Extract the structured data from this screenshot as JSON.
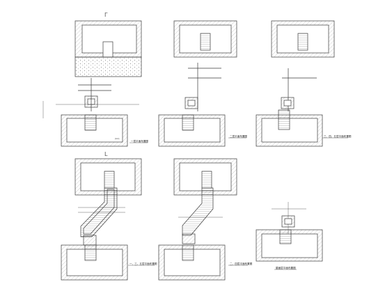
{
  "sheet": {
    "title": "",
    "corner_marks": [
      "Γ",
      "L"
    ]
  },
  "panels": [
    {
      "id": "p1",
      "caption": "一层平面布置图",
      "room_label": "(G1)"
    },
    {
      "id": "p2",
      "caption": "二层平面布置图",
      "room_label": ""
    },
    {
      "id": "p3",
      "caption": "三、四、五层平面布置图",
      "room_label": ""
    },
    {
      "id": "p4",
      "caption": "一、三、五层平面布置图",
      "room_label": ""
    },
    {
      "id": "p5",
      "caption": "二、四层平面布置图",
      "room_label": ""
    },
    {
      "id": "p6",
      "caption": "屋面层平面布置图",
      "room_label": ""
    }
  ],
  "colors": {
    "line": "#3a3a3a",
    "hatch": "#8a8a8a",
    "bg": "#ffffff"
  }
}
